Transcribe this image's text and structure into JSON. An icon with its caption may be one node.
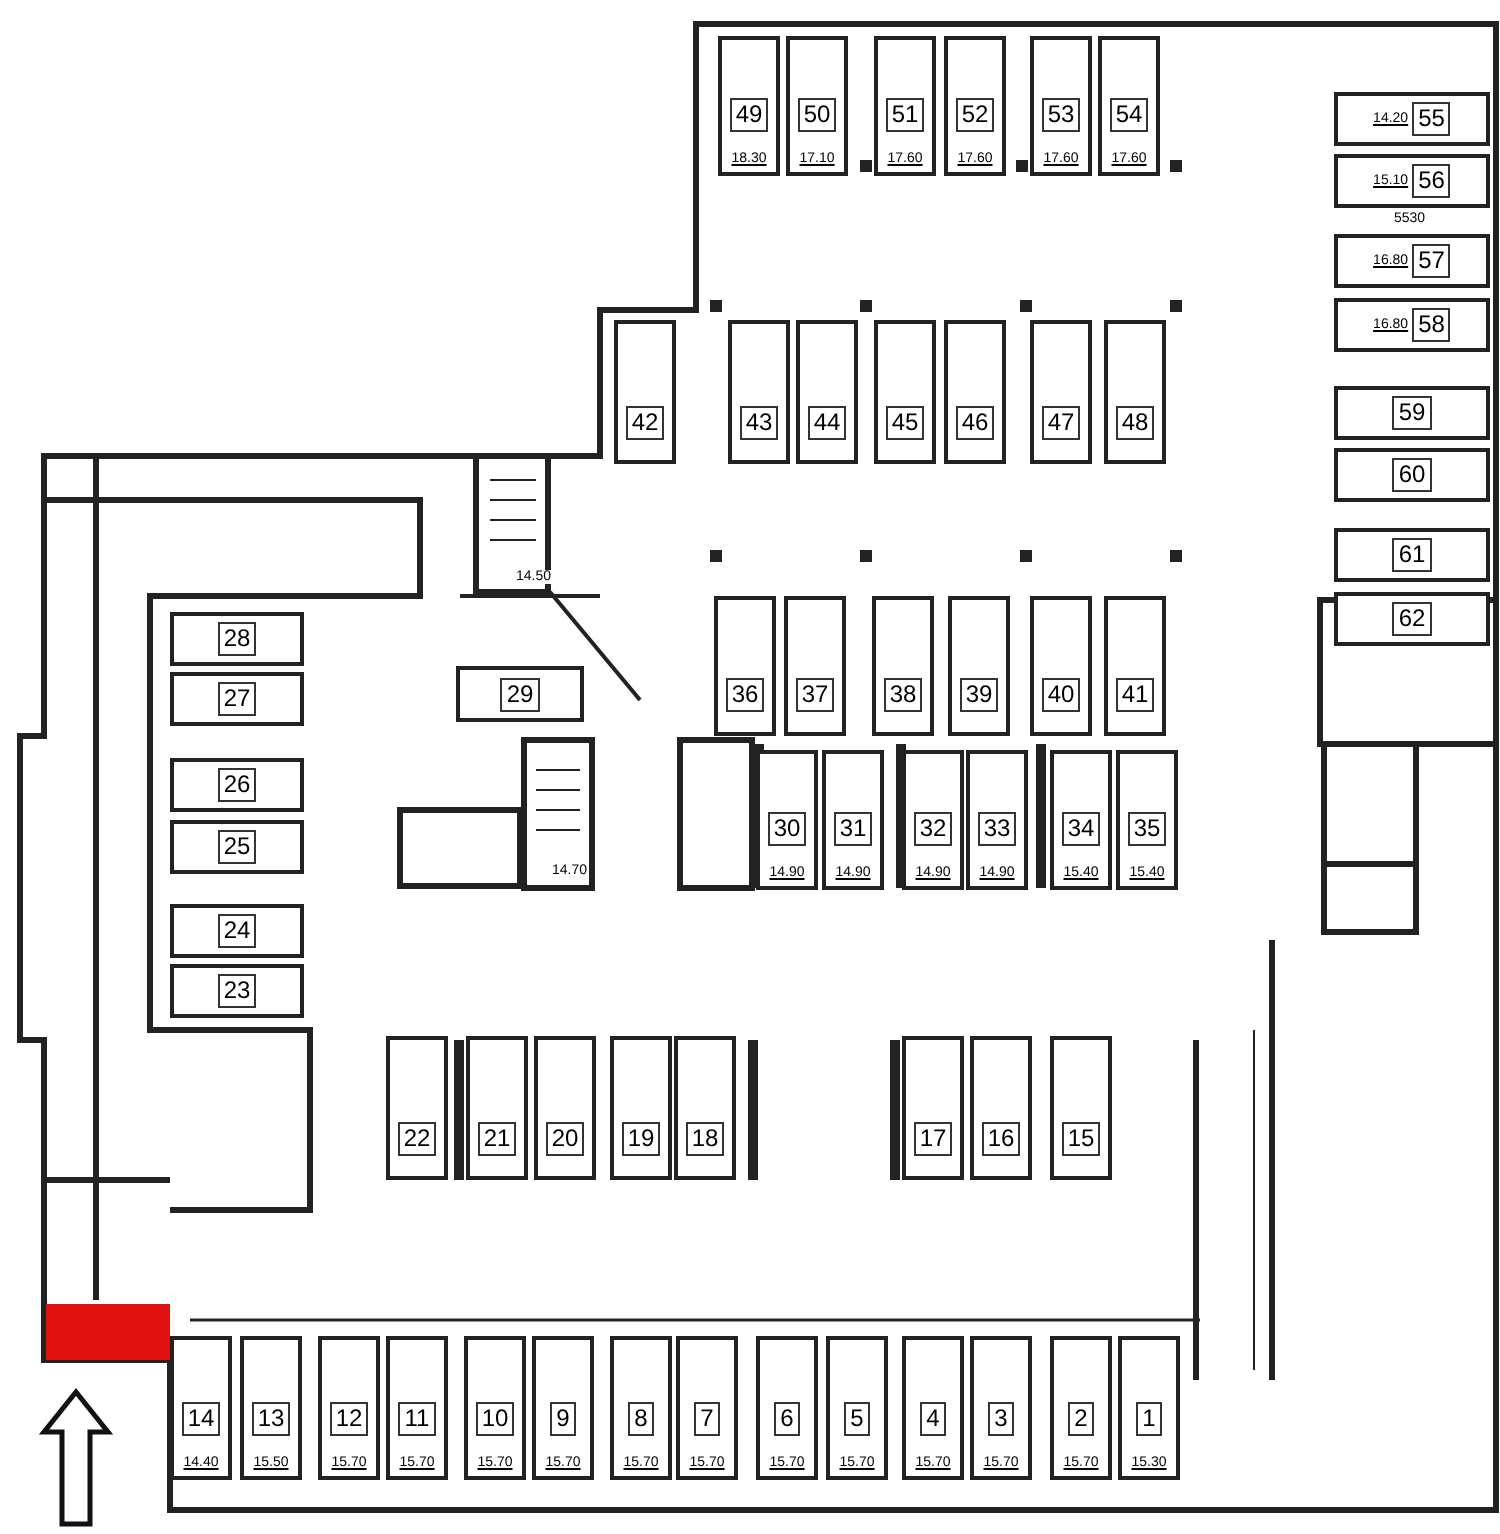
{
  "diagram": {
    "nodes": [
      {
        "text": [
          "1",
          "15.30"
        ]
      },
      {
        "text": [
          "2",
          "15.70"
        ]
      },
      {
        "text": [
          "3",
          "15.70"
        ]
      },
      {
        "text": [
          "4",
          "15.70"
        ]
      },
      {
        "text": [
          "5",
          "15.70"
        ]
      },
      {
        "text": [
          "6",
          "15.70"
        ]
      },
      {
        "text": [
          "7",
          "15.70"
        ]
      },
      {
        "text": [
          "8",
          "15.70"
        ]
      },
      {
        "text": [
          "9",
          "15.70"
        ]
      },
      {
        "text": [
          "10",
          "15.70"
        ]
      },
      {
        "text": [
          "11",
          "15.70"
        ]
      },
      {
        "text": [
          "12",
          "15.70"
        ]
      },
      {
        "text": [
          "13",
          "15.50"
        ]
      },
      {
        "text": [
          "14",
          "14.40"
        ]
      },
      {
        "text": [
          "15"
        ]
      },
      {
        "text": [
          "16"
        ]
      },
      {
        "text": [
          "17"
        ]
      },
      {
        "text": [
          "18"
        ]
      },
      {
        "text": [
          "19"
        ]
      },
      {
        "text": [
          "20"
        ]
      },
      {
        "text": [
          "21"
        ]
      },
      {
        "text": [
          "22"
        ]
      },
      {
        "text": [
          "23"
        ]
      },
      {
        "text": [
          "24"
        ]
      },
      {
        "text": [
          "25"
        ]
      },
      {
        "text": [
          "26"
        ]
      },
      {
        "text": [
          "27"
        ]
      },
      {
        "text": [
          "28"
        ]
      },
      {
        "text": [
          "29"
        ]
      },
      {
        "text": [
          "30",
          "14.90"
        ]
      },
      {
        "text": [
          "31",
          "14.90"
        ]
      },
      {
        "text": [
          "32",
          "14.90"
        ]
      },
      {
        "text": [
          "33",
          "14.90"
        ]
      },
      {
        "text": [
          "34",
          "15.40"
        ]
      },
      {
        "text": [
          "35",
          "15.40"
        ]
      },
      {
        "text": [
          "36"
        ]
      },
      {
        "text": [
          "37"
        ]
      },
      {
        "text": [
          "38"
        ]
      },
      {
        "text": [
          "39"
        ]
      },
      {
        "text": [
          "40"
        ]
      },
      {
        "text": [
          "41"
        ]
      },
      {
        "text": [
          "42"
        ]
      },
      {
        "text": [
          "43"
        ]
      },
      {
        "text": [
          "44"
        ]
      },
      {
        "text": [
          "45"
        ]
      },
      {
        "text": [
          "46"
        ]
      },
      {
        "text": [
          "47"
        ]
      },
      {
        "text": [
          "48"
        ]
      },
      {
        "text": [
          "49",
          "18.30"
        ]
      },
      {
        "text": [
          "50",
          "17.10"
        ]
      },
      {
        "text": [
          "51",
          "17.60"
        ]
      },
      {
        "text": [
          "52",
          "17.60"
        ]
      },
      {
        "text": [
          "53",
          "17.60"
        ]
      },
      {
        "text": [
          "54",
          "17.60"
        ]
      },
      {
        "text": [
          "14.20",
          "55"
        ]
      },
      {
        "text": [
          "15.10",
          "56"
        ]
      },
      {
        "text": [
          "16.80",
          "57"
        ]
      },
      {
        "text": [
          "16.80",
          "58"
        ]
      },
      {
        "text": [
          "59"
        ]
      },
      {
        "text": [
          "60"
        ]
      },
      {
        "text": [
          "61"
        ]
      },
      {
        "text": [
          "62"
        ]
      }
    ],
    "labels": [
      "5530",
      "14.50",
      "14.70"
    ]
  }
}
